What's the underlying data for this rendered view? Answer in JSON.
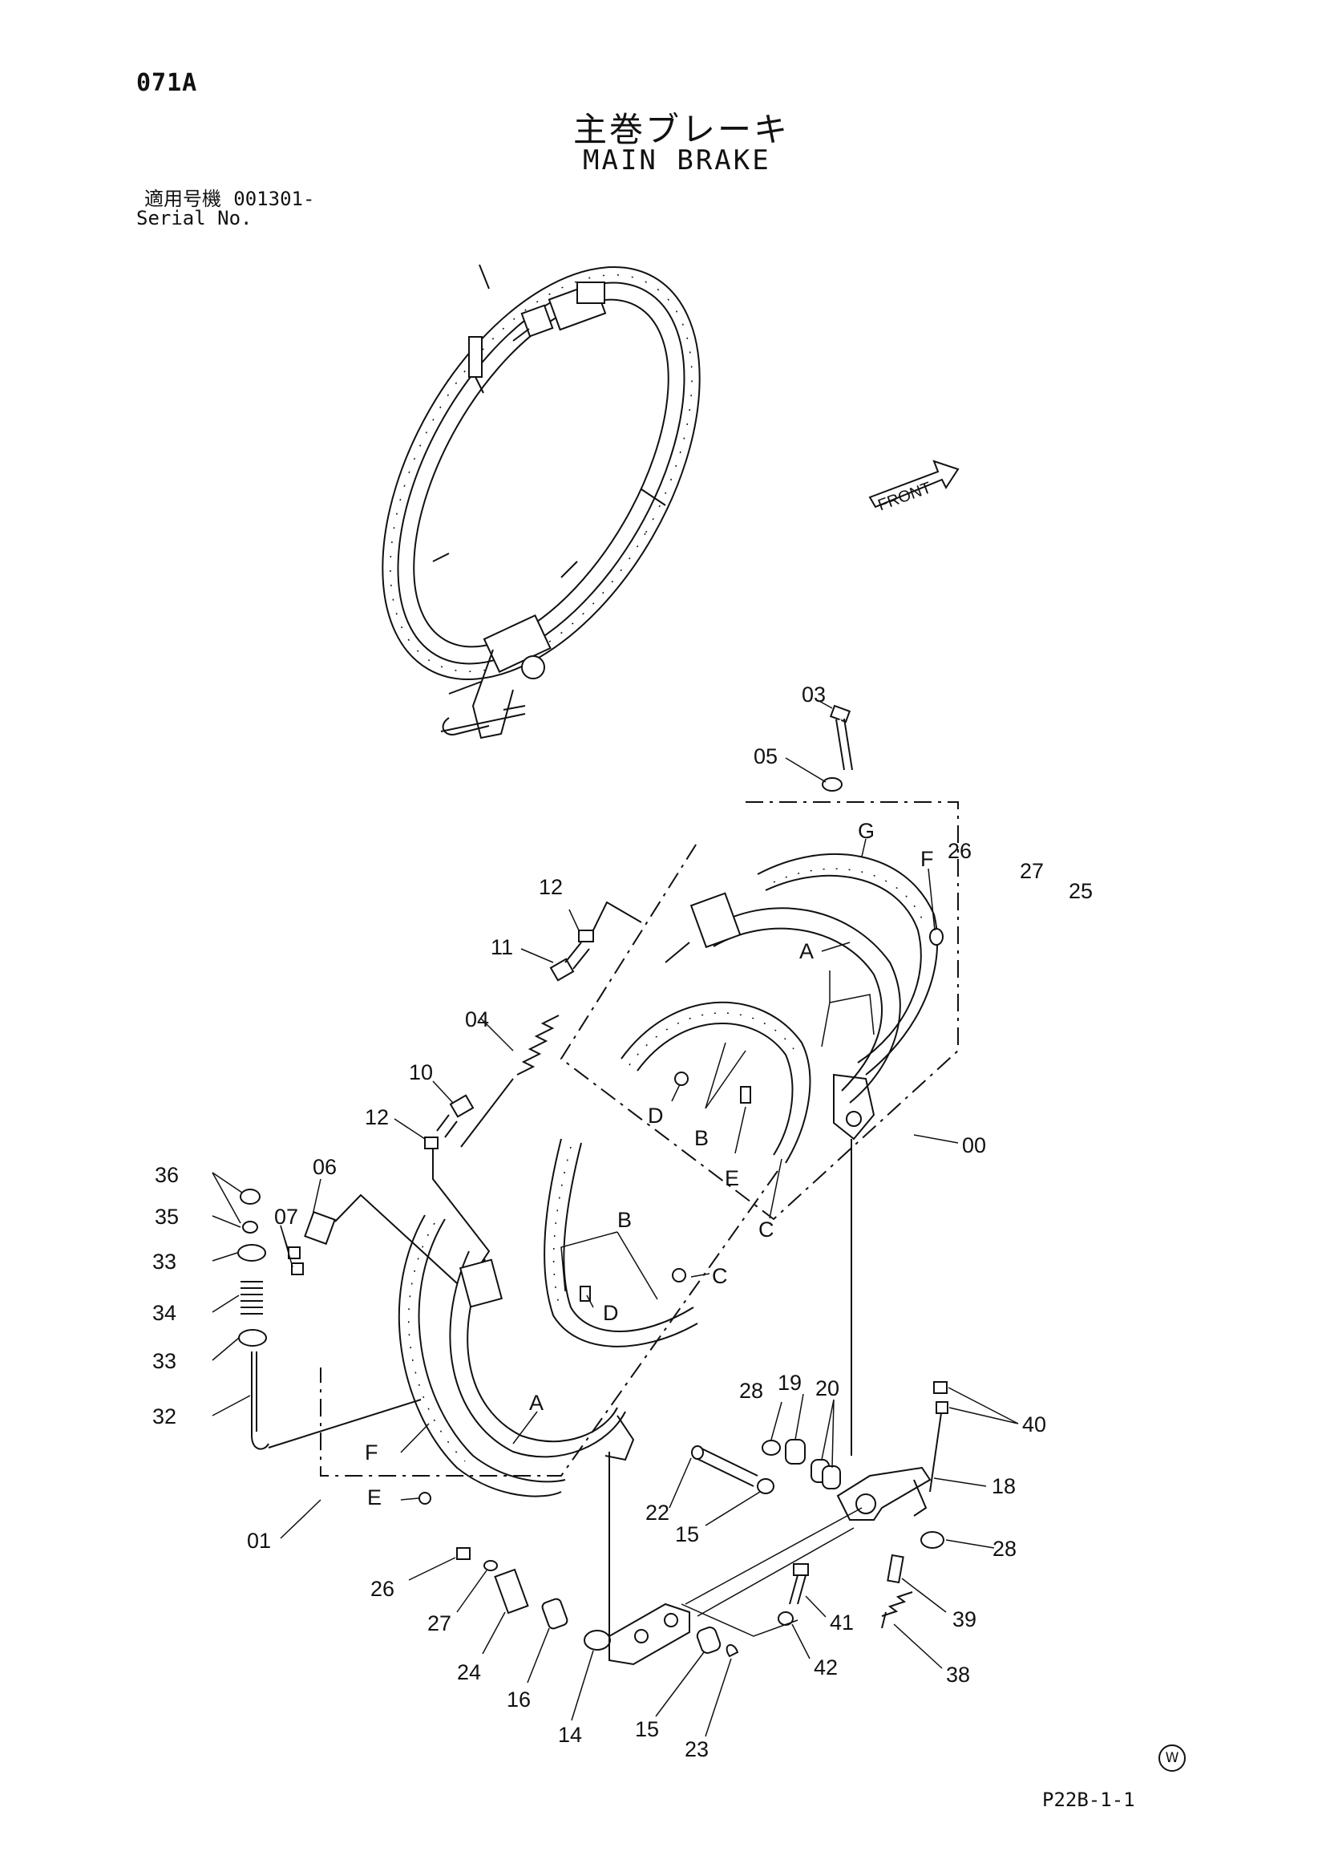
{
  "header": {
    "page_code": "071A",
    "title_jp": "主巻ブレーキ",
    "title_en": "MAIN BRAKE",
    "serial_label_jp": "適用号機",
    "serial_value": "001301-",
    "serial_label_en": "Serial No."
  },
  "footer": {
    "code": "P22B-1-1",
    "mark": "W"
  },
  "front_label": "FRONT",
  "callouts": {
    "c03": "03",
    "c05": "05",
    "c12a": "12",
    "c11": "11",
    "c04": "04",
    "c10": "10",
    "c12b": "12",
    "c36": "36",
    "c06": "06",
    "c35": "35",
    "c07": "07",
    "c33a": "33",
    "c34": "34",
    "c33b": "33",
    "c32": "32",
    "c01": "01",
    "c00": "00",
    "c26a": "26",
    "c27a": "27",
    "c25": "25",
    "c26b": "26",
    "c27b": "27",
    "c24": "24",
    "c16": "16",
    "c14": "14",
    "c15a": "15",
    "c15b": "15",
    "c23": "23",
    "c22": "22",
    "c28a": "28",
    "c19": "19",
    "c20": "20",
    "c40": "40",
    "c18": "18",
    "c28b": "28",
    "c39": "39",
    "c38": "38",
    "c41": "41",
    "c42": "42",
    "G": "G",
    "F1": "F",
    "A1": "A",
    "D1": "D",
    "B1": "B",
    "E1": "E",
    "C1": "C",
    "B2": "B",
    "C2": "C",
    "D2": "D",
    "A2": "A",
    "F2": "F",
    "E2": "E"
  }
}
